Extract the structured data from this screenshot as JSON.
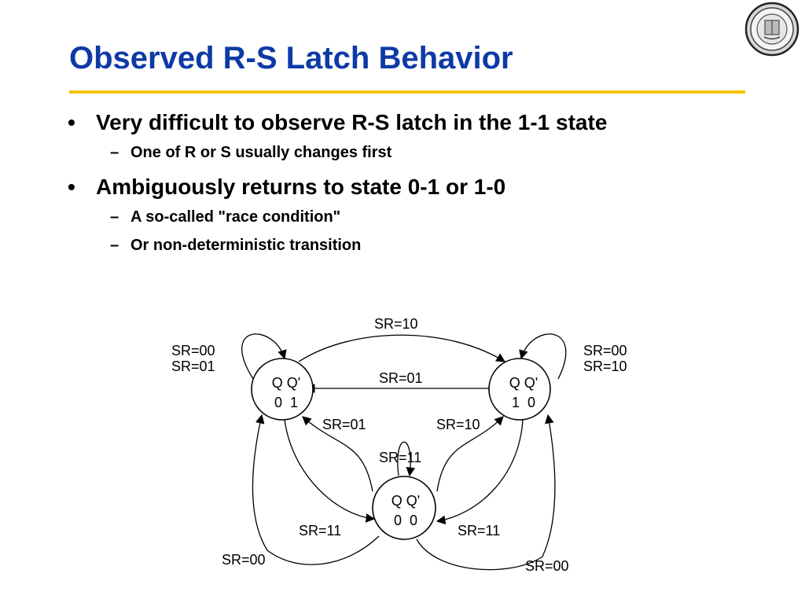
{
  "slide": {
    "title": "Observed R-S Latch Behavior",
    "bullets": [
      {
        "text": "Very difficult to observe R-S latch in the 1-1 state",
        "subs": [
          "One of R or S usually changes first"
        ]
      },
      {
        "text": "Ambiguously returns to state 0-1 or 1-0",
        "subs": [
          "A so-called \"race condition\"",
          "Or non-deterministic transition"
        ]
      }
    ],
    "bullet_glyph": "•",
    "sub_glyph": "–"
  },
  "diagram": {
    "nodes": [
      {
        "id": "s01",
        "line1": "Q Q'",
        "line2": "0  1"
      },
      {
        "id": "s10",
        "line1": "Q Q'",
        "line2": "1  0"
      },
      {
        "id": "s00",
        "line1": "Q Q'",
        "line2": "0  0"
      }
    ],
    "edge_labels": {
      "s01_self_a": "SR=00",
      "s01_self_b": "SR=01",
      "s10_self_a": "SR=00",
      "s10_self_b": "SR=10",
      "s01_to_s10": "SR=10",
      "s10_to_s01": "SR=01",
      "s00_to_s01": "SR=01",
      "s00_to_s10": "SR=10",
      "s00_self": "SR=11",
      "s01_to_s00": "SR=11",
      "s10_to_s00": "SR=11",
      "s00_to_s01_outer": "SR=00",
      "s00_to_s10_outer": "SR=00"
    }
  },
  "logo": {
    "icon": "university-seal-icon"
  }
}
